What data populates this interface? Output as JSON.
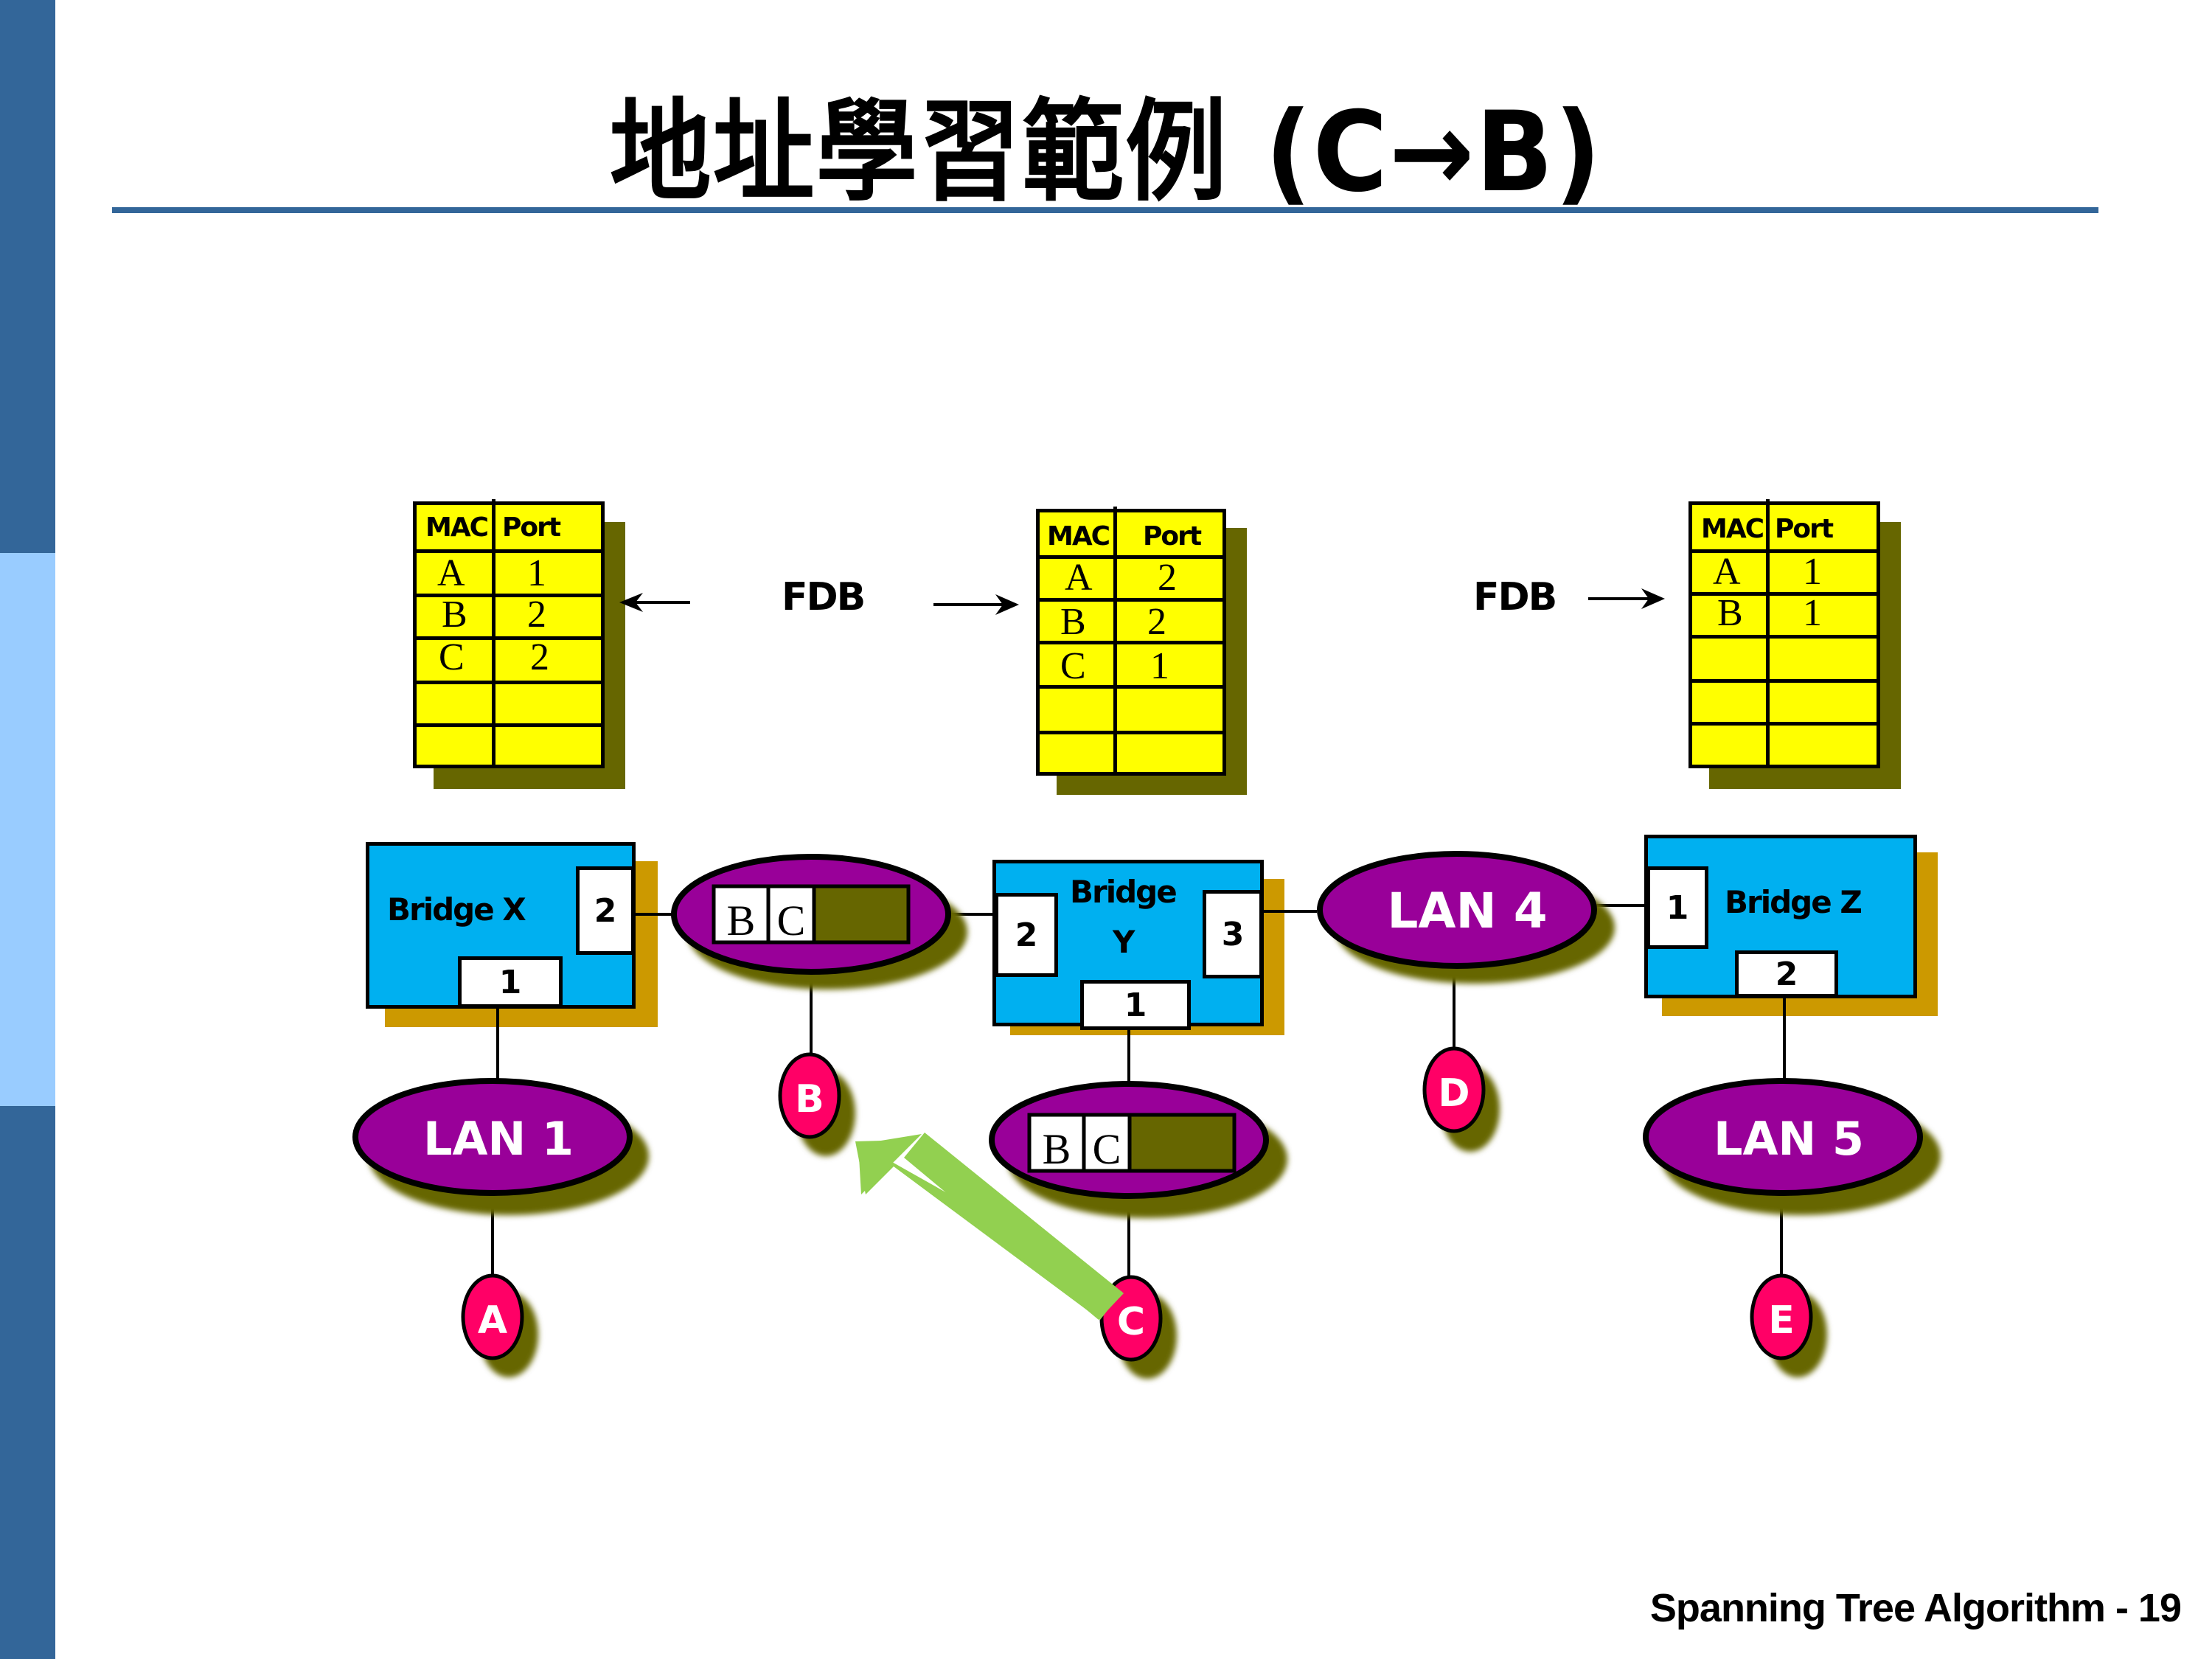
{
  "slide": {
    "title": "地址學習範例 (C→B)",
    "footer": "Spanning Tree Algorithm - 19"
  },
  "colors": {
    "band_dark": "#336699",
    "band_light": "#99ccff",
    "fdb_fill": "#ffff00",
    "fdb_shadow": "#666600",
    "bridge_fill": "#00b0f0",
    "bridge_shadow": "#cc9900",
    "lan_fill": "#990099",
    "host_fill": "#ff0066",
    "arrow_fill": "#92d050"
  },
  "fdb_label": "FDB",
  "fdb_tables": [
    {
      "owner": "Bridge X",
      "headers": [
        "MAC",
        "Port"
      ],
      "rows": [
        [
          "A",
          "1"
        ],
        [
          "B",
          "2"
        ],
        [
          "C",
          "2"
        ],
        [
          "",
          ""
        ],
        [
          "",
          ""
        ]
      ]
    },
    {
      "owner": "Bridge Y",
      "headers": [
        "MAC",
        "Port"
      ],
      "rows": [
        [
          "A",
          "2"
        ],
        [
          "B",
          "2"
        ],
        [
          "C",
          "1"
        ],
        [
          "",
          ""
        ],
        [
          "",
          ""
        ]
      ]
    },
    {
      "owner": "Bridge Z",
      "headers": [
        "MAC",
        "Port"
      ],
      "rows": [
        [
          "A",
          "1"
        ],
        [
          "B",
          "1"
        ],
        [
          "",
          ""
        ],
        [
          "",
          ""
        ],
        [
          "",
          ""
        ]
      ]
    }
  ],
  "bridges": {
    "x": {
      "label": "Bridge X",
      "ports": [
        "2",
        "1"
      ]
    },
    "y": {
      "label_line1": "Bridge",
      "label_line2": "Y",
      "ports": [
        "2",
        "3",
        "1"
      ]
    },
    "z": {
      "label": "Bridge Z",
      "ports": [
        "1",
        "2"
      ]
    }
  },
  "lans": {
    "lan1": "LAN 1",
    "lan4": "LAN 4",
    "lan5": "LAN 5"
  },
  "frames": {
    "lan2": {
      "dst": "B",
      "src": "C"
    },
    "lan3": {
      "dst": "B",
      "src": "C"
    }
  },
  "hosts": [
    "A",
    "B",
    "C",
    "D",
    "E"
  ],
  "flow": {
    "from": "C",
    "to": "B"
  }
}
